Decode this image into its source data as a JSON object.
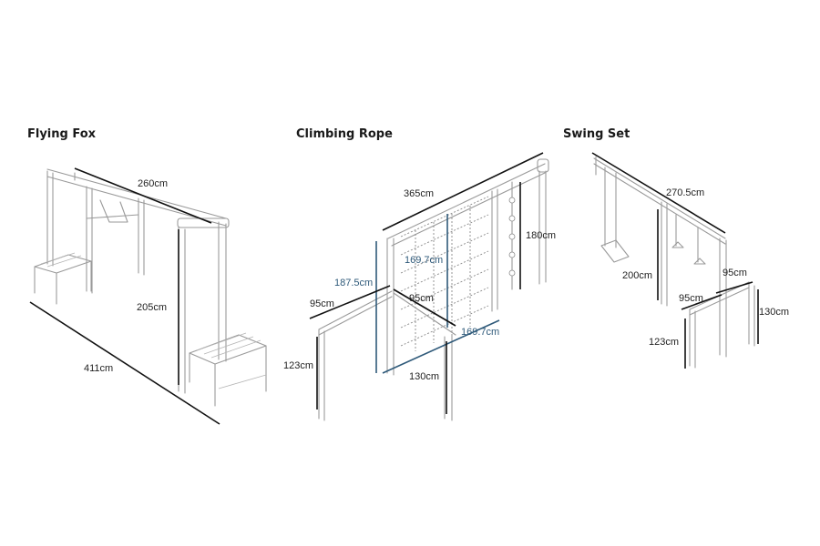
{
  "sections": [
    {
      "title": "Flying Fox",
      "dimensions": [
        "260cm",
        "205cm",
        "411cm"
      ]
    },
    {
      "title": "Climbing Rope",
      "dimensions": [
        "365cm",
        "180cm",
        "187.5cm",
        "169.7cm",
        "95cm",
        "95cm",
        "169.7cm",
        "123cm",
        "130cm"
      ]
    },
    {
      "title": "Swing Set",
      "dimensions": [
        "270.5cm",
        "200cm",
        "95cm",
        "95cm",
        "130cm",
        "123cm"
      ]
    }
  ],
  "colors": {
    "frame": "#9a9a9a",
    "dimension_line": "#111111",
    "dimension_blue": "#2f5a7a"
  }
}
